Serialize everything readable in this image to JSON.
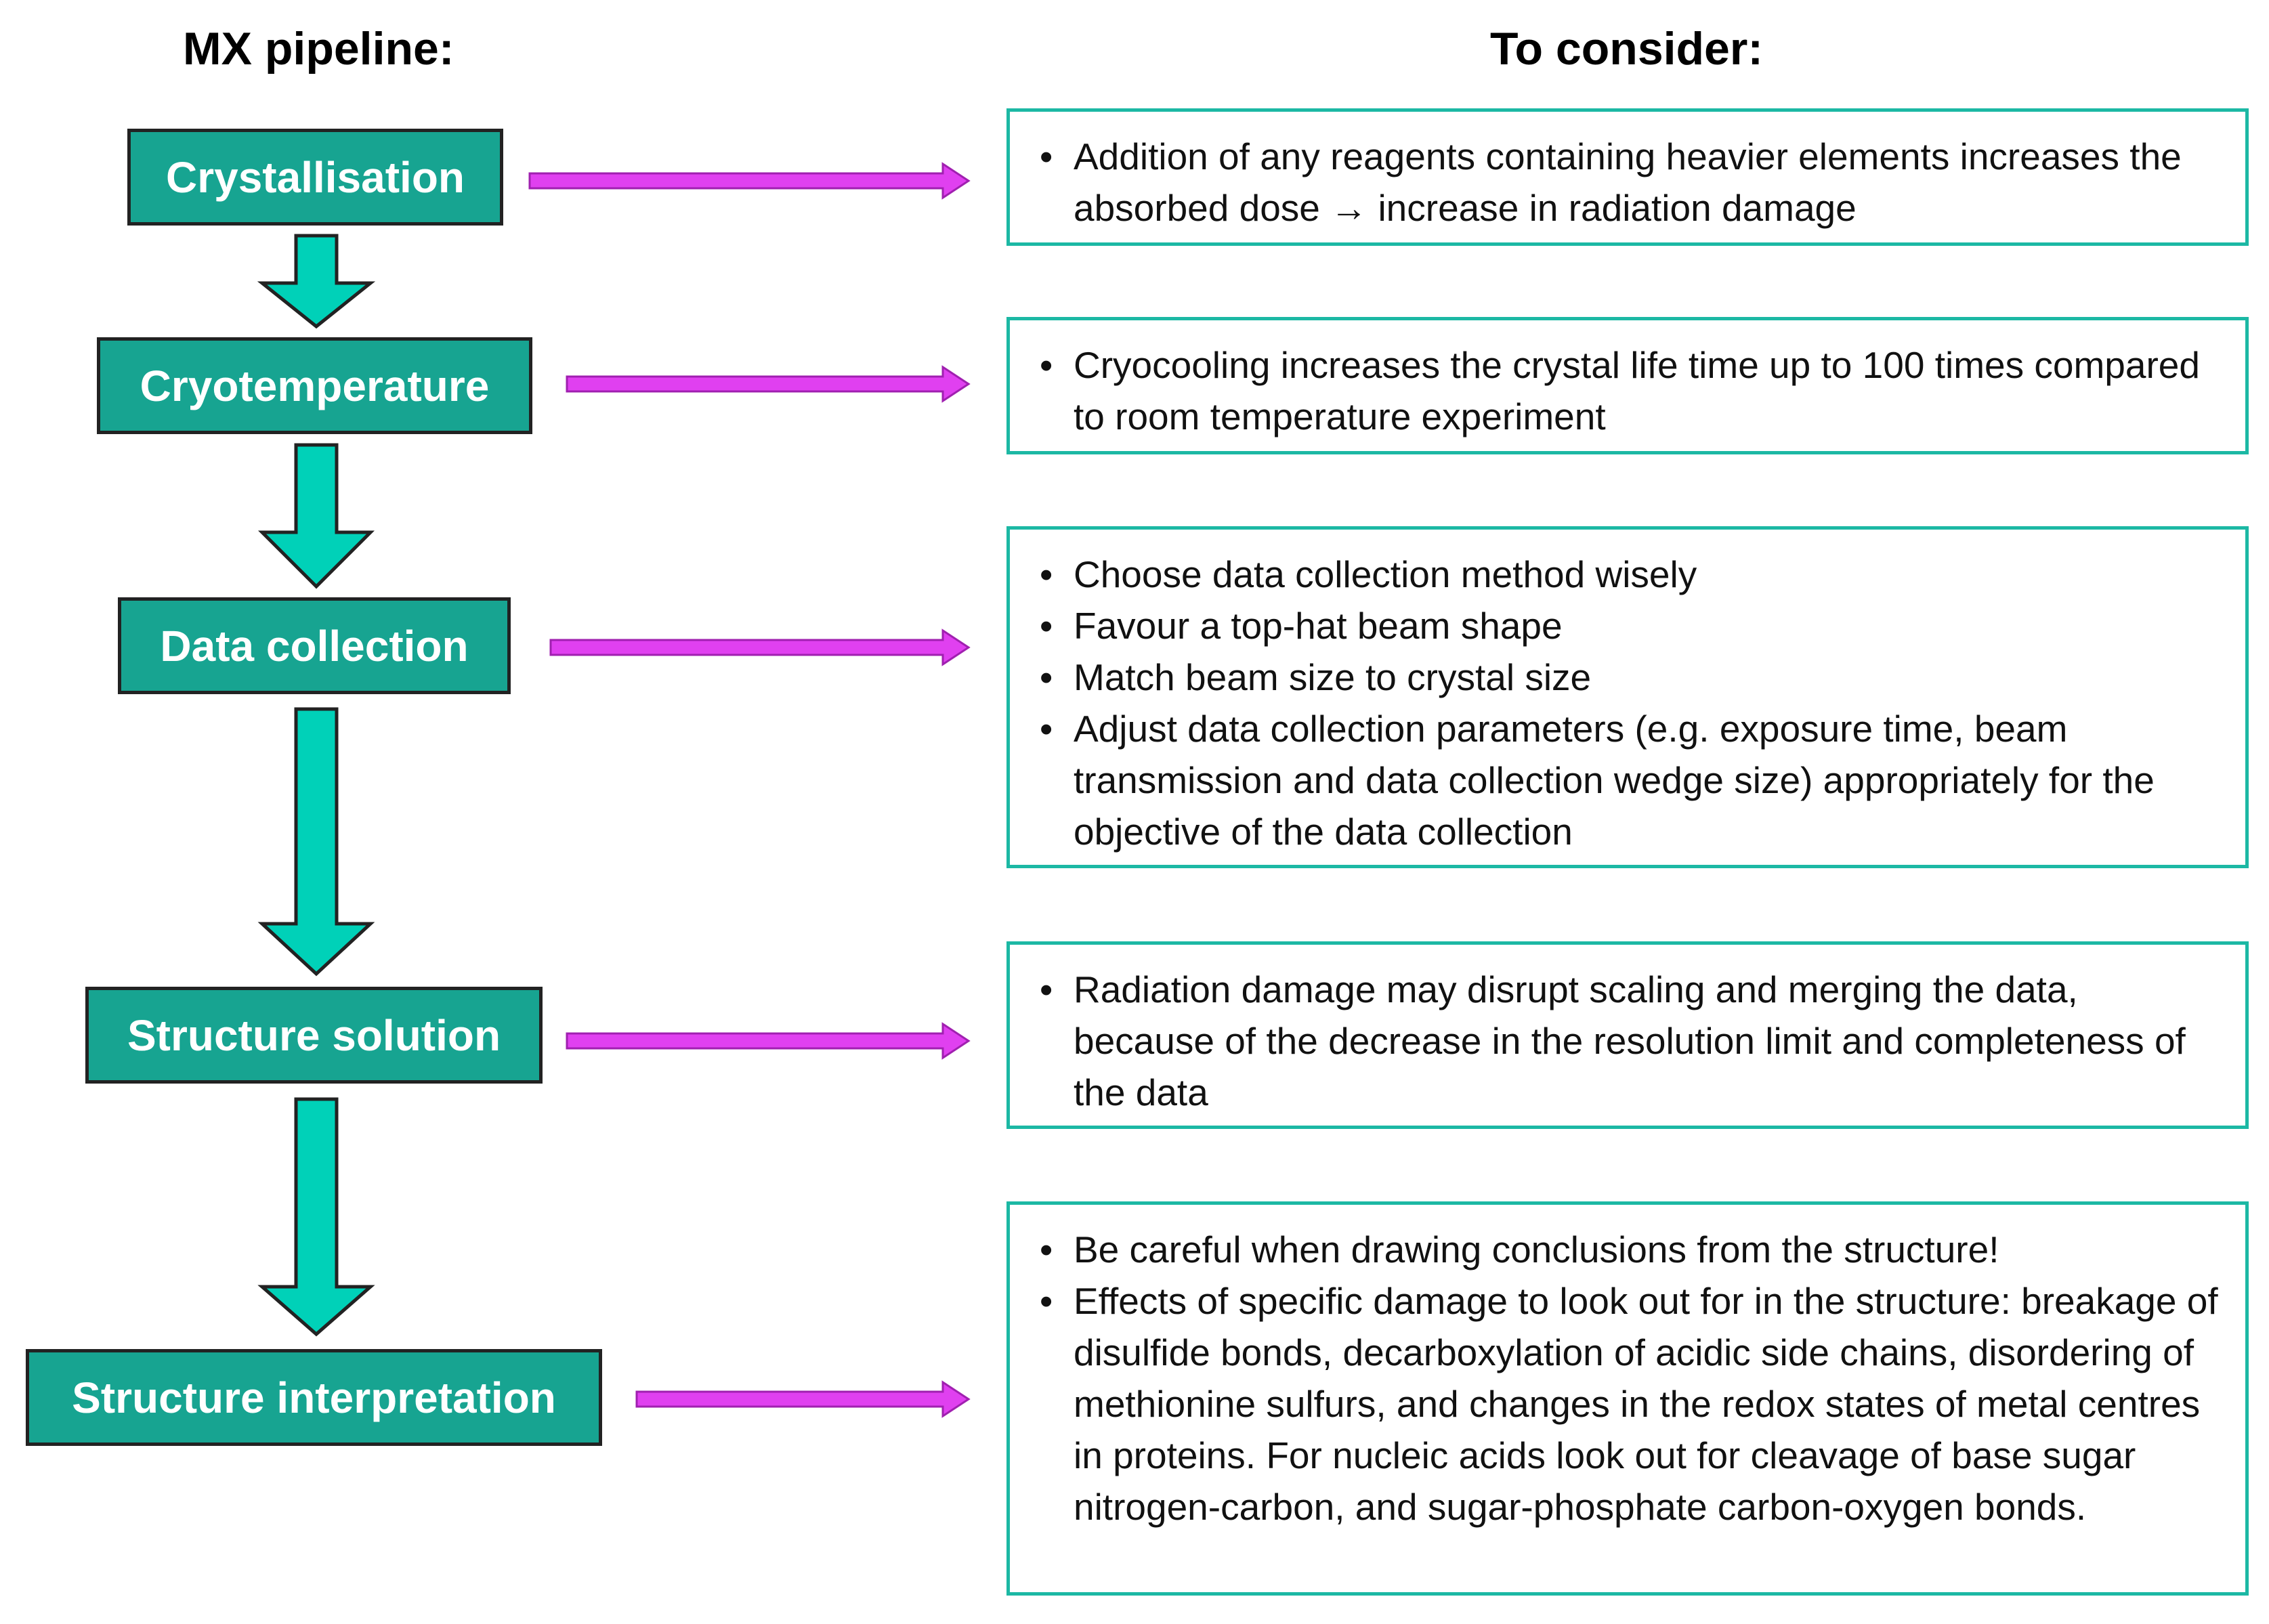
{
  "headings": {
    "pipeline": "MX pipeline:",
    "consider": "To consider:"
  },
  "stages": [
    {
      "label": "Crystallisation"
    },
    {
      "label": "Cryotemperature"
    },
    {
      "label": "Data collection"
    },
    {
      "label": "Structure solution"
    },
    {
      "label": "Structure interpretation"
    }
  ],
  "notes": [
    {
      "bullets": [
        "Addition of any reagents containing heavier elements increases the absorbed dose → increase in radiation damage"
      ]
    },
    {
      "bullets": [
        "Cryocooling increases the crystal life time up to 100 times compared to room temperature experiment"
      ]
    },
    {
      "bullets": [
        "Choose data collection method wisely",
        "Favour a top-hat beam shape",
        "Match beam size to crystal size",
        "Adjust data collection parameters (e.g. exposure time, beam transmission and data collection wedge size) appropriately for the objective of the data collection"
      ]
    },
    {
      "bullets": [
        "Radiation damage may disrupt scaling and merging the data, because of the decrease in the resolution limit and completeness of the data"
      ]
    },
    {
      "bullets": [
        "Be careful when drawing conclusions from the structure!",
        "Effects of specific damage to look out for in the structure: breakage of disulfide bonds, decarboxylation of acidic side chains, disordering of methionine sulfurs, and changes in the redox states of metal centres in proteins.  For nucleic acids look out for cleavage of base sugar nitrogen-carbon, and sugar-phosphate carbon-oxygen bonds."
      ]
    }
  ],
  "colors": {
    "stage_fill": "#17a491",
    "flow_arrow": "#00d1b8",
    "pointer_arrow": "#e040f0",
    "note_border": "#1cb8a4"
  }
}
